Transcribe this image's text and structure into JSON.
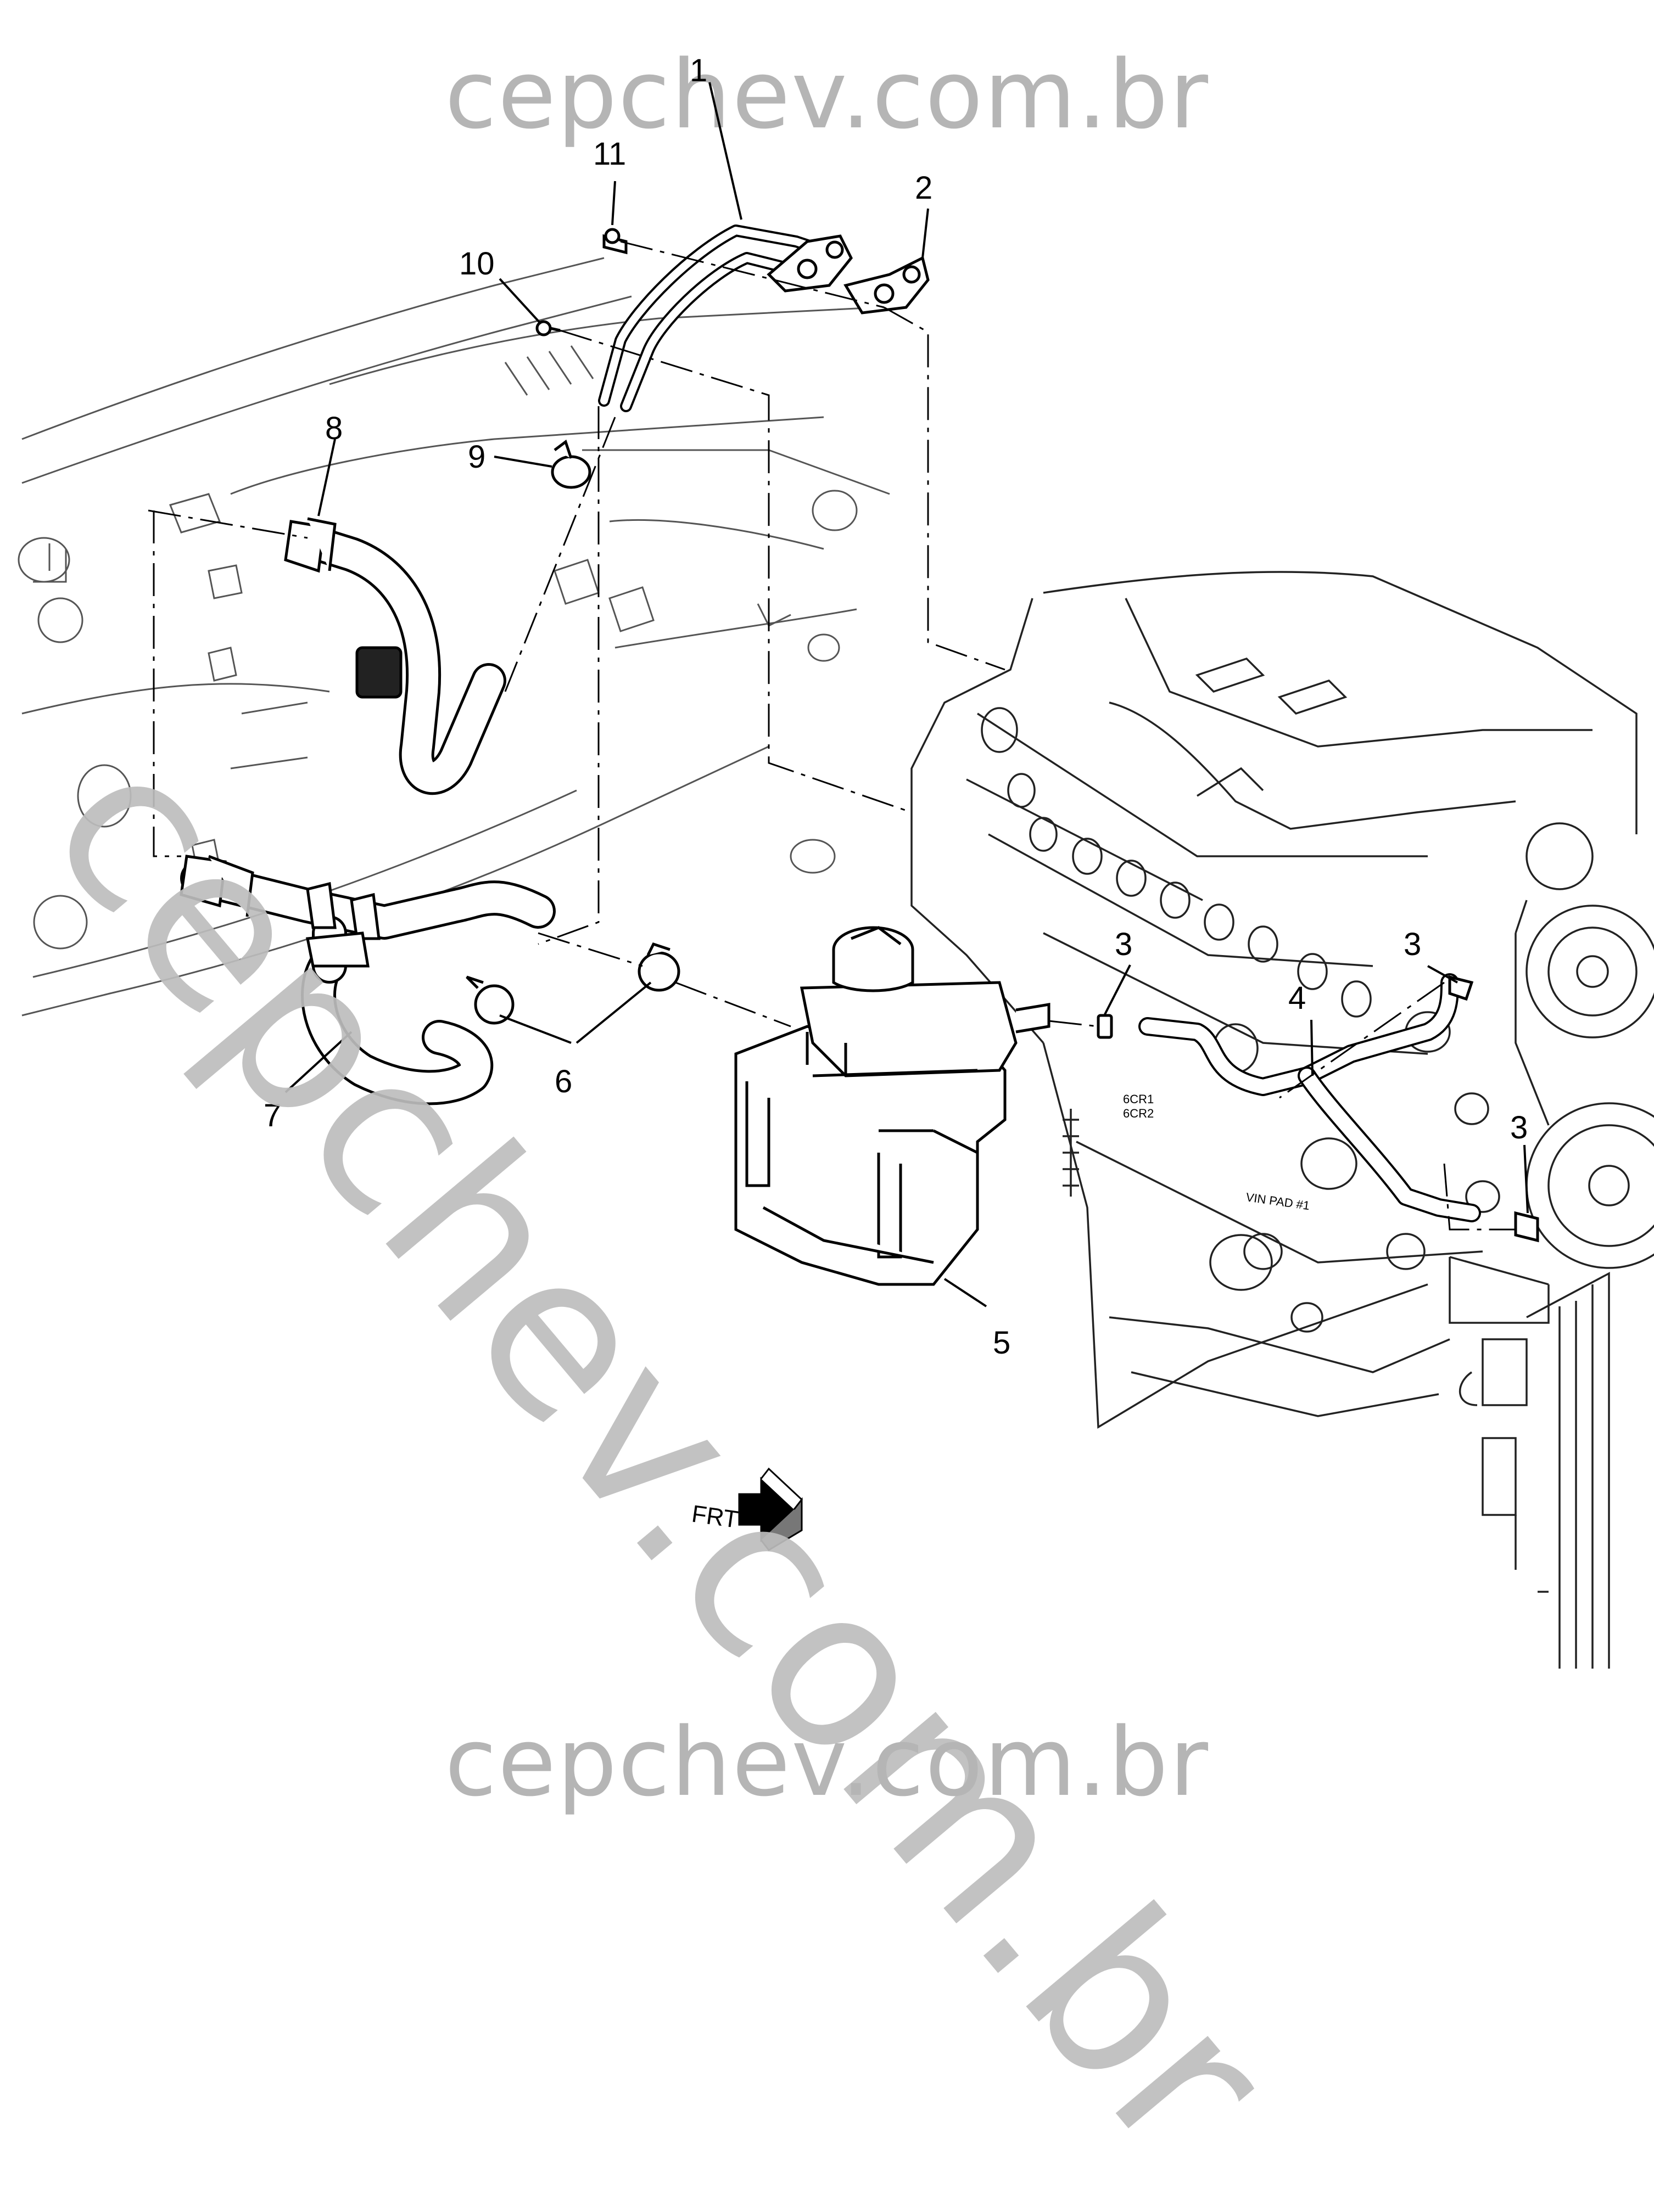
{
  "watermark": {
    "top": "cepchev.com.br",
    "bottom": "cepchev.com.br",
    "diagonal": "cepchev.com.br"
  },
  "callouts": [
    {
      "id": "1",
      "label": "1"
    },
    {
      "id": "2",
      "label": "2"
    },
    {
      "id": "3a",
      "label": "3"
    },
    {
      "id": "3b",
      "label": "3"
    },
    {
      "id": "3c",
      "label": "3"
    },
    {
      "id": "4",
      "label": "4"
    },
    {
      "id": "5",
      "label": "5"
    },
    {
      "id": "6",
      "label": "6"
    },
    {
      "id": "7",
      "label": "7"
    },
    {
      "id": "8",
      "label": "8"
    },
    {
      "id": "9",
      "label": "9"
    },
    {
      "id": "10",
      "label": "10"
    },
    {
      "id": "11",
      "label": "11"
    }
  ],
  "labels": {
    "frt": "FRT",
    "vin_pad": "VIN PAD #1",
    "engine_code": "6CR1",
    "engine_code2": "6CR2"
  },
  "colors": {
    "line": "#000000",
    "watermark": "#b5b5b5",
    "background": "#ffffff"
  }
}
